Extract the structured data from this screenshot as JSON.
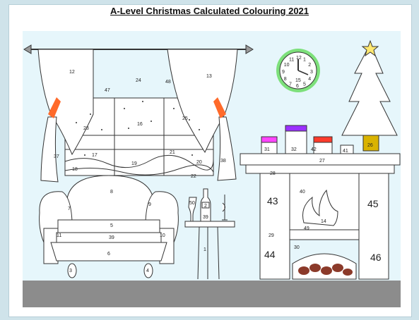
{
  "title": "A-Level Christmas Calculated Colouring 2021",
  "colors": {
    "background": "#cfe3ea",
    "wall": "#e6f6fb",
    "floor": "#8c8c8c",
    "clock_ring": "#7de07b",
    "tieback": "#ff6a2a",
    "present_pink": "#ff44ff",
    "present_purple": "#9b30ff",
    "present_red": "#ff3b2b",
    "star": "#ffe870",
    "pot": "#d9b300"
  },
  "regions": {
    "curtain_left": "12",
    "curtain_right": "13",
    "tie_left": "47",
    "tie_right": "48",
    "pane_top_left": "24",
    "pane_mid_left": "23",
    "pane_mid_center": "16",
    "pane_mid_right": "25",
    "pane_bot_left": "17",
    "pane_bot_left2": "18",
    "pane_bot_center": "19",
    "pane_bot_right": "21",
    "pane_bot_right2": "20",
    "pane_bot_right3": "22",
    "drape_left": "37",
    "drape_right": "38",
    "chair_back": "8",
    "chair_arm_left": "7",
    "chair_arm_right": "9",
    "chair_side_left": "11",
    "chair_side_right": "10",
    "chair_cushion": "5",
    "chair_seat_band": "39",
    "chair_skirt": "6",
    "chair_leg_left": "3",
    "chair_leg_right": "4",
    "glass": "50",
    "bottle_label": "2",
    "bottle_body": "39",
    "table": "1",
    "present1": "31",
    "present2": "32",
    "present3": "42",
    "present4": "41",
    "tree_pot": "26",
    "mantel": "27",
    "fire_top": "28",
    "fire_inner": "40",
    "pillar_left_top": "43",
    "pillar_right_top": "45",
    "flame_small": "49",
    "flame_big": "14",
    "fire_mid": "29",
    "hearth": "30",
    "pillar_left_bot": "44",
    "pillar_right_bot": "46",
    "clock_face": "15"
  },
  "clock_numbers": [
    "12",
    "1",
    "2",
    "3",
    "4",
    "5",
    "6",
    "7",
    "8",
    "9",
    "10",
    "11"
  ]
}
